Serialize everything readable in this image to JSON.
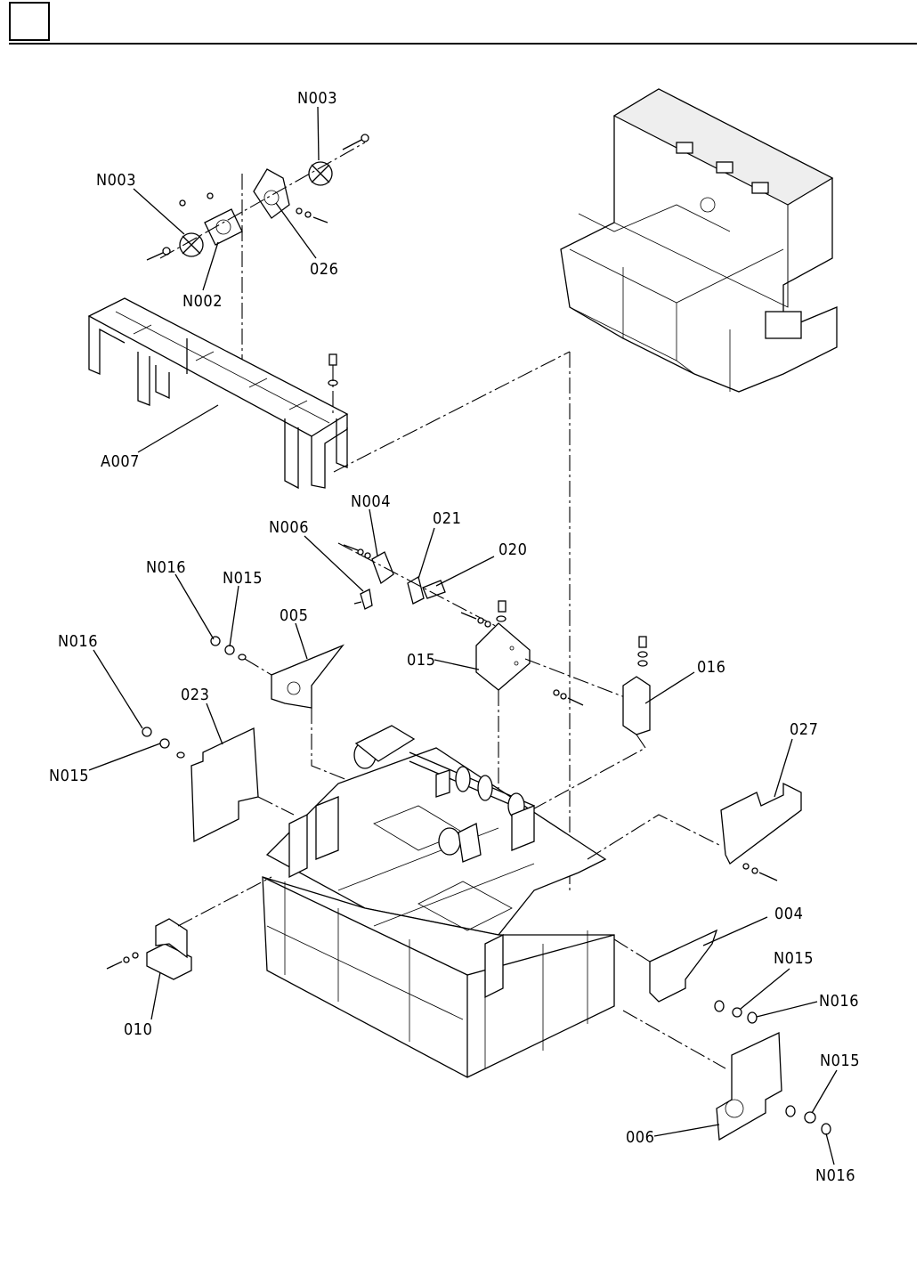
{
  "header": {
    "section_box": ""
  },
  "labels": {
    "n003_top": "N003",
    "n003_left": "N003",
    "n002": "N002",
    "p026": "026",
    "a007": "A007",
    "n004": "N004",
    "n006": "N006",
    "p021": "021",
    "p020": "020",
    "n016_a": "N016",
    "n015_a": "N015",
    "p005": "005",
    "n016_b": "N016",
    "p023": "023",
    "n015_b": "N015",
    "p015": "015",
    "p016": "016",
    "p027": "027",
    "p004": "004",
    "n015_c": "N015",
    "n016_c": "N016",
    "p010": "010",
    "n015_d": "N015",
    "p006": "006",
    "n016_d": "N016"
  }
}
